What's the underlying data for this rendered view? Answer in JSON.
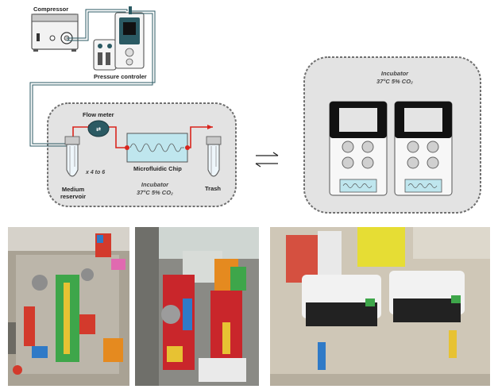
{
  "labels": {
    "compressor": "Compressor",
    "pressure_controller": "Pressure controler",
    "flow_meter": "Flow meter",
    "multiplier": "x 4 to 6",
    "microfluidic_chip": "Microfluidic Chip",
    "medium_reservoir_line1": "Medium",
    "medium_reservoir_line2": "reservoir",
    "trash": "Trash",
    "incubator_left_title": "Incubator",
    "incubator_left_conditions": "37°C 5% CO₂",
    "incubator_right_title": "Incubator",
    "incubator_right_conditions": "37°C 5% CO₂"
  },
  "icons": {
    "exchange": "bidirectional-arrows-icon",
    "flow_meter_symbol": "flow-meter-icon"
  },
  "colors": {
    "tubing_red": "#d9251d",
    "tubing_teal": "#2b5a63",
    "incubator_bg": "#e3e3e3",
    "incubator_border": "#707070",
    "chip_fill": "#bfe6ee"
  }
}
